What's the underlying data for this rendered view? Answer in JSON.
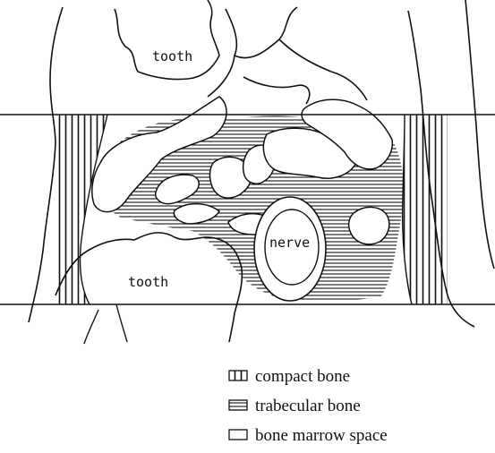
{
  "diagram": {
    "labels": {
      "tooth_upper": "tooth",
      "tooth_lower": "tooth",
      "nerve": "nerve"
    },
    "legend": [
      {
        "pattern": "vertical-hatch",
        "label": "compact bone"
      },
      {
        "pattern": "horizontal-hatch",
        "label": "trabecular bone"
      },
      {
        "pattern": "empty",
        "label": "bone marrow space"
      }
    ]
  }
}
